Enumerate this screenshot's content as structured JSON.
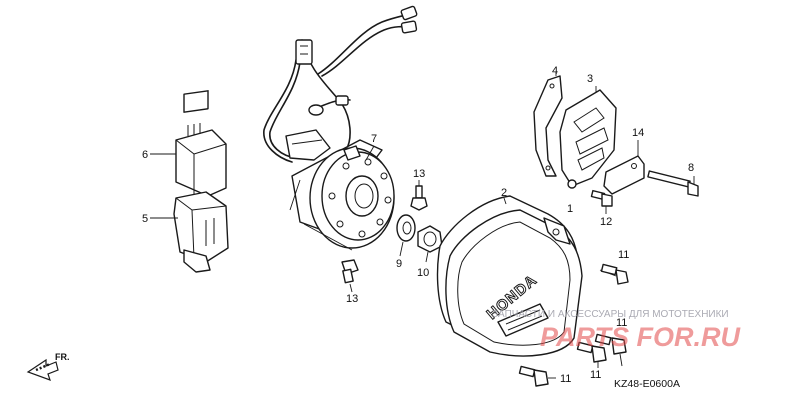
{
  "diagram": {
    "code": "KZ48-E0600A",
    "front_label": "FR.",
    "brand_text": "HONDA",
    "callouts": {
      "c1": "1",
      "c2": "2",
      "c3": "3",
      "c4": "4",
      "c5": "5",
      "c6": "6",
      "c7": "7",
      "c8": "8",
      "c9": "9",
      "c10": "10",
      "c11a": "11",
      "c11b": "11",
      "c11c": "11",
      "c11d": "11",
      "c12": "12",
      "c13a": "13",
      "c13b": "13",
      "c14": "14"
    }
  },
  "watermark": {
    "text": "ЗАПЧАСТИ И АКСЕССУАРЫ ДЛЯ МОТОТЕХНИКИ",
    "logo": "PARTS FOR.RU"
  }
}
